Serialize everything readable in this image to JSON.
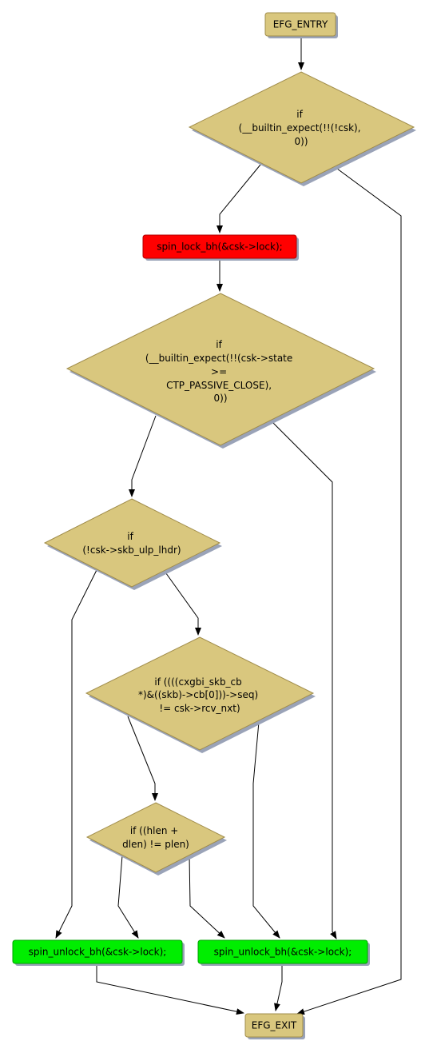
{
  "colors": {
    "node_fill": "#D9C77E",
    "node_stroke": "#A08C4A",
    "shadow": "#9AA3B8",
    "error_fill": "#FF0000",
    "unlock_fill": "#00EE00",
    "edge": "#000000"
  },
  "nodes": {
    "entry": {
      "label": "EFG_ENTRY"
    },
    "cond1": {
      "lines": [
        "if",
        "(__builtin_expect(!!(!csk),",
        "0))"
      ]
    },
    "lock": {
      "label": "spin_lock_bh(&csk->lock);"
    },
    "cond2": {
      "lines": [
        "if",
        "(__builtin_expect(!!(csk->state",
        ">=",
        "CTP_PASSIVE_CLOSE),",
        "0))"
      ]
    },
    "cond3": {
      "lines": [
        "if",
        "(!csk->skb_ulp_lhdr)"
      ]
    },
    "cond4": {
      "lines": [
        "if ((((cxgbi_skb_cb",
        "*)&((skb)->cb[0]))->seq)",
        "!= csk->rcv_nxt)"
      ]
    },
    "cond5": {
      "lines": [
        "if ((hlen +",
        "dlen) != plen)"
      ]
    },
    "unlock_left": {
      "label": "spin_unlock_bh(&csk->lock);"
    },
    "unlock_right": {
      "label": "spin_unlock_bh(&csk->lock);"
    },
    "exit": {
      "label": "EFG_EXIT"
    }
  }
}
